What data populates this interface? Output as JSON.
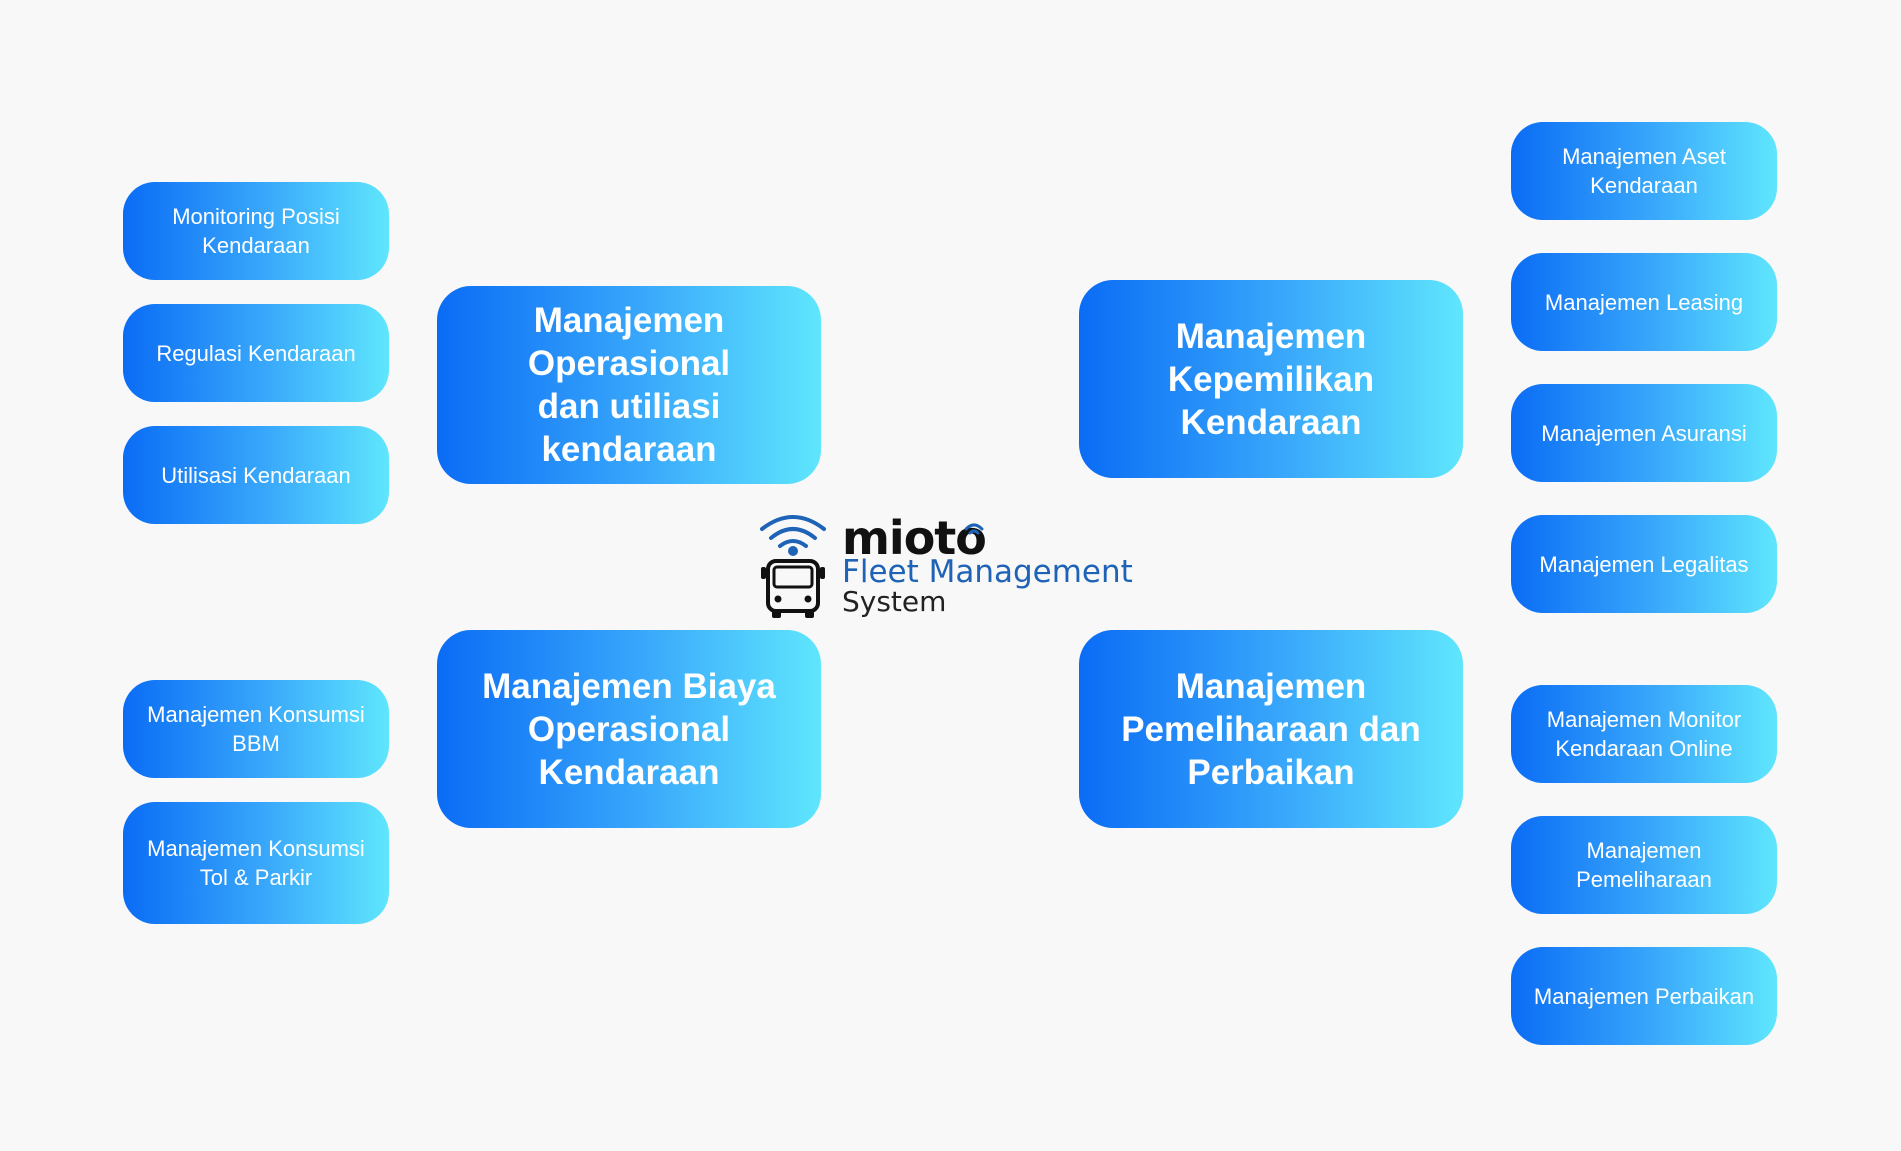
{
  "logo": {
    "name": "mioto",
    "line1": "Fleet Management",
    "line2": "System",
    "colors": {
      "text": "#111111",
      "accent": "#1e63b6"
    }
  },
  "hubs": {
    "operasional": "Manajemen Operasional dan utiliasi kendaraan",
    "biaya": "Manajemen Biaya Operasional Kendaraan",
    "kepemilikan": "Manajemen Kepemilikan Kendaraan",
    "pemeliharaan": "Manajemen Pemeliharaan dan Perbaikan"
  },
  "left_top": [
    "Monitoring Posisi Kendaraan",
    "Regulasi Kendaraan",
    "Utilisasi Kendaraan"
  ],
  "left_bottom": [
    "Manajemen Konsumsi BBM",
    "Manajemen Konsumsi Tol & Parkir"
  ],
  "right_top": [
    "Manajemen Aset Kendaraan",
    "Manajemen Leasing",
    "Manajemen Asuransi",
    "Manajemen Legalitas"
  ],
  "right_bottom": [
    "Manajemen Monitor Kendaraan Online",
    "Manajemen Pemeliharaan",
    "Manajemen Perbaikan"
  ],
  "colors": {
    "background": "#f8f8f9",
    "gradient_start": "#0a6cf5",
    "gradient_end": "#5fe6fd"
  }
}
